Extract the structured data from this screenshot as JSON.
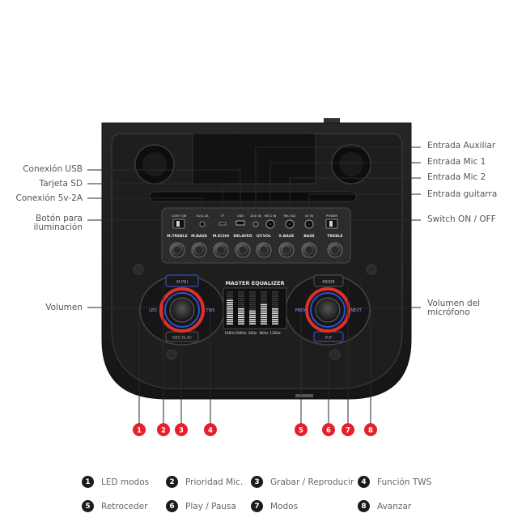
{
  "callouts_left": {
    "usb": "Conexión USB",
    "sd": "Tarjeta SD",
    "power5v": "Conexión 5v-2A",
    "light_line1": "Botón para",
    "light_line2": "iluminación",
    "volume": "Volumen"
  },
  "callouts_right": {
    "aux": "Entrada Auxiliar",
    "mic1": "Entrada Mic 1",
    "mic2": "Entrada Mic 2",
    "guitar": "Entrada guitarra",
    "switch": "Switch ON / OFF",
    "micvol_line1": "Volumen del",
    "micvol_line2": "micrófono"
  },
  "panel": {
    "ports": [
      "LIGHT SW",
      "5V/2.2A",
      "TF",
      "USB",
      "AUX IN",
      "MIC1 IN",
      "MIC IN2",
      "GT IN",
      "POWER"
    ],
    "knobs": [
      "M.TREBLE",
      "M.BASS",
      "M.ECHO",
      "DELAYED",
      "GT.VOL",
      "X.BASS",
      "BASS",
      "TREBLE"
    ],
    "eq_title": "MASTER EQUALIZER",
    "eq_bands": [
      "100Hz",
      "500Hz",
      "1KHz",
      "8KHz",
      "12KHz"
    ],
    "eq_levels": [
      0.72,
      0.52,
      0.42,
      0.6,
      0.5
    ],
    "left_wheel": {
      "top": "M.PRI",
      "left": "LED",
      "right": "TWS",
      "bottom": "REC/PLAY"
    },
    "right_wheel": {
      "top": "MODE",
      "left": "PREV",
      "right": "NEXT",
      "bottom": "P/P"
    }
  },
  "markers": [
    "1",
    "2",
    "3",
    "4",
    "5",
    "6",
    "7",
    "8"
  ],
  "legend": [
    {
      "num": "1",
      "label": "LED modos"
    },
    {
      "num": "2",
      "label": "Prioridad Mic."
    },
    {
      "num": "3",
      "label": "Grabar / Reproducir"
    },
    {
      "num": "4",
      "label": "Función TWS"
    },
    {
      "num": "5",
      "label": "Retroceder"
    },
    {
      "num": "6",
      "label": "Play / Pausa"
    },
    {
      "num": "7",
      "label": "Modos"
    },
    {
      "num": "8",
      "label": "Avanzar"
    }
  ],
  "colors": {
    "marker": "#e5202a",
    "device": "#1c1c1c",
    "panel": "#2a2a2a",
    "led_ring": "#e0302a",
    "led_inner": "#2b4fd8",
    "text": "#555555"
  }
}
